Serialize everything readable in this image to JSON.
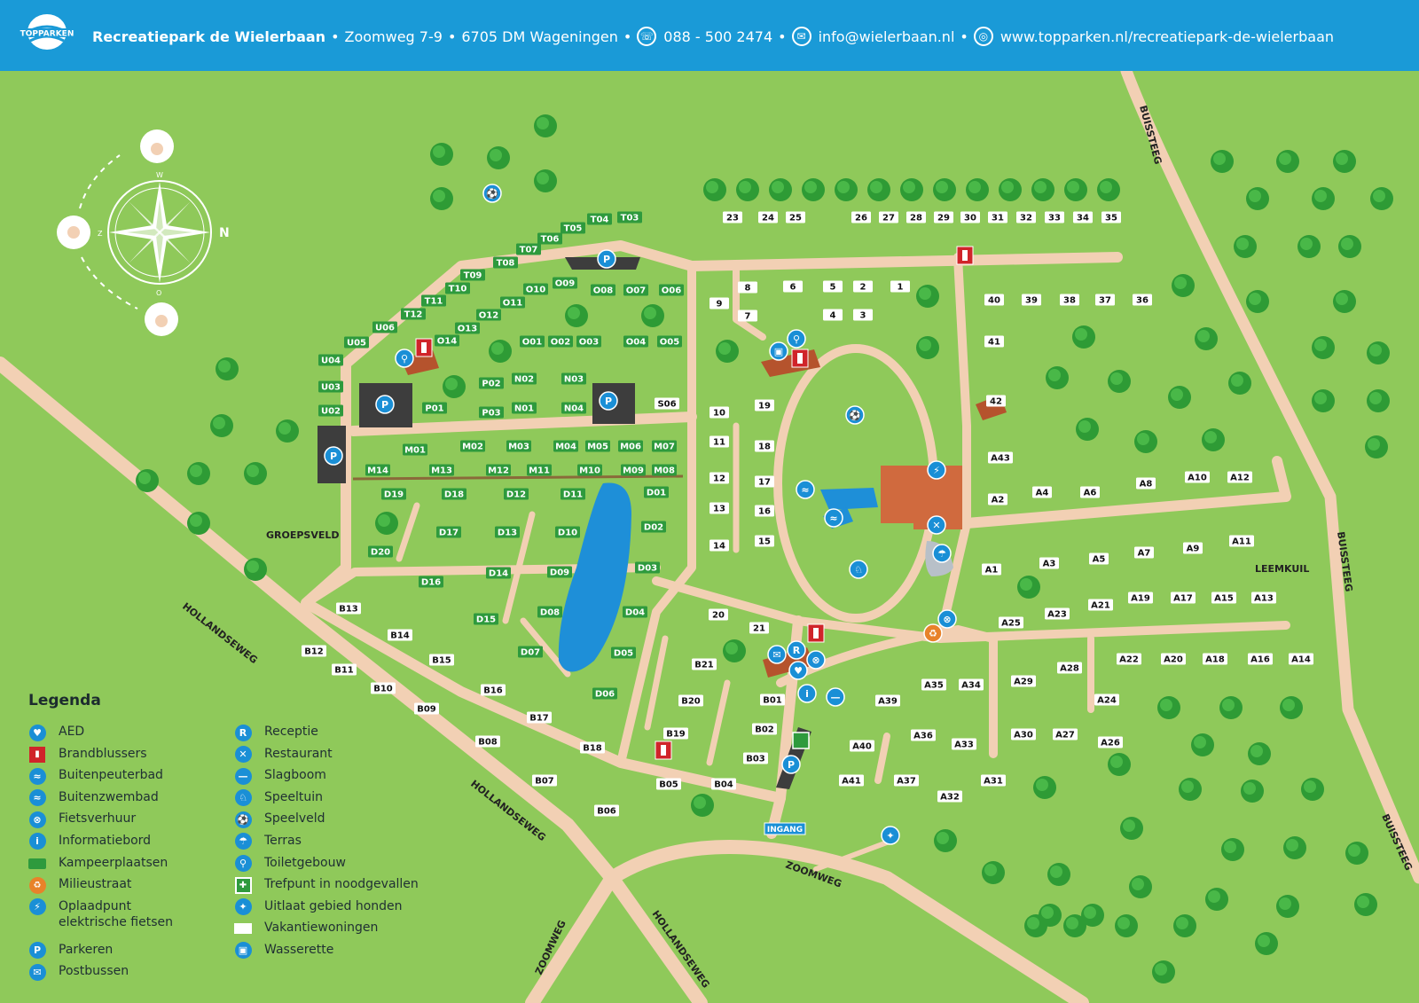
{
  "header": {
    "logo_text": "TOPPARKEN",
    "park_name": "Recreatiepark de Wielerbaan",
    "address": "Zoomweg 7-9",
    "postcode_city": "6705 DM Wageningen",
    "phone": "088 - 500 2474",
    "email": "info@wielerbaan.nl",
    "website": "www.topparken.nl/recreatiepark-de-wielerbaan",
    "separator": "•"
  },
  "compass": {
    "n": "N",
    "w": "W",
    "z": "Z",
    "o": "O"
  },
  "roads": {
    "hollandseweg": "HOLLANDSEWEG",
    "zoomweg": "ZOOMWEG",
    "buissteeg": "BUISSTEEG",
    "ingang": "INGANG",
    "groepsveld": "GROEPSVELD",
    "leemkuil": "LEEMKUIL"
  },
  "green_pitches": [
    "T03",
    "T04",
    "T05",
    "T06",
    "T07",
    "T08",
    "T09",
    "T10",
    "T11",
    "T12",
    "U06",
    "U05",
    "U04",
    "U03",
    "U02",
    "O09",
    "O10",
    "O11",
    "O12",
    "O13",
    "O14",
    "O08",
    "O07",
    "O06",
    "O01",
    "O02",
    "O03",
    "O04",
    "O05",
    "P02",
    "P01",
    "P03",
    "N02",
    "N01",
    "N03",
    "N04",
    "M01",
    "M02",
    "M03",
    "M04",
    "M05",
    "M06",
    "M07",
    "M14",
    "M13",
    "M12",
    "M11",
    "M10",
    "M09",
    "M08",
    "D19",
    "D18",
    "D12",
    "D11",
    "D01",
    "D17",
    "D13",
    "D10",
    "D02",
    "D20",
    "D14",
    "D09",
    "D03",
    "D16",
    "D15",
    "D04",
    "D08",
    "D05",
    "D07",
    "D06"
  ],
  "white_lots": [
    "23",
    "24",
    "25",
    "26",
    "27",
    "28",
    "29",
    "30",
    "31",
    "32",
    "33",
    "34",
    "35",
    "8",
    "6",
    "5",
    "2",
    "1",
    "9",
    "7",
    "4",
    "3",
    "40",
    "39",
    "38",
    "37",
    "36",
    "41",
    "42",
    "19",
    "10",
    "11",
    "18",
    "12",
    "17",
    "13",
    "16",
    "14",
    "15",
    "20",
    "21",
    "S06",
    "A43",
    "A2",
    "A4",
    "A6",
    "A8",
    "A10",
    "A12",
    "A1",
    "A3",
    "A5",
    "A7",
    "A9",
    "A11",
    "A23",
    "A21",
    "A19",
    "A17",
    "A15",
    "A13",
    "A25",
    "A22",
    "A20",
    "A18",
    "A16",
    "A14",
    "A29",
    "A28",
    "A35",
    "A34",
    "A24",
    "A39",
    "A36",
    "A33",
    "A30",
    "A27",
    "A26",
    "A40",
    "A41",
    "A37",
    "A31",
    "A32",
    "B13",
    "B14",
    "B12",
    "B15",
    "B11",
    "B10",
    "B16",
    "B09",
    "B17",
    "B08",
    "B18",
    "B07",
    "B06",
    "B21",
    "B20",
    "B01",
    "B19",
    "B02",
    "B03",
    "B05",
    "B04"
  ],
  "legend": {
    "title": "Legenda",
    "col1": [
      {
        "icon": "aed-icon",
        "label": "AED"
      },
      {
        "icon": "fire-extinguisher-icon",
        "label": "Brandblussers"
      },
      {
        "icon": "toddler-pool-icon",
        "label": "Buitenpeuterbad"
      },
      {
        "icon": "swimming-pool-icon",
        "label": "Buitenzwembad"
      },
      {
        "icon": "bicycle-rental-icon",
        "label": "Fietsverhuur"
      },
      {
        "icon": "info-icon",
        "label": "Informatiebord"
      },
      {
        "icon": "campsite-icon",
        "label": "Kampeerplaatsen"
      },
      {
        "icon": "recycling-icon",
        "label": "Milieustraat"
      },
      {
        "icon": "ebike-charging-icon",
        "label": "Oplaadpunt\nelektrische fietsen"
      },
      {
        "icon": "parking-icon",
        "label": "Parkeren"
      },
      {
        "icon": "mailbox-icon",
        "label": "Postbussen"
      }
    ],
    "col2": [
      {
        "icon": "reception-icon",
        "label": "Receptie"
      },
      {
        "icon": "restaurant-icon",
        "label": "Restaurant"
      },
      {
        "icon": "barrier-icon",
        "label": "Slagboom"
      },
      {
        "icon": "playground-icon",
        "label": "Speeltuin"
      },
      {
        "icon": "sports-field-icon",
        "label": "Speelveld"
      },
      {
        "icon": "terrace-icon",
        "label": "Terras"
      },
      {
        "icon": "toilet-icon",
        "label": "Toiletgebouw"
      },
      {
        "icon": "emergency-meeting-point-icon",
        "label": "Trefpunt in noodgevallen"
      },
      {
        "icon": "dog-walking-icon",
        "label": "Uitlaat gebied honden"
      },
      {
        "icon": "holiday-home-icon",
        "label": "Vakantiewoningen"
      },
      {
        "icon": "laundry-icon",
        "label": "Wasserette"
      }
    ]
  },
  "colors": {
    "header": "#1a9ad7",
    "grass": "#8fc95a",
    "path": "#f2d0b4",
    "tree": "#3aa83a",
    "pitch": "#2e9a3d",
    "water": "#1e8fd8",
    "roof": "#d06a3e",
    "icon_blue": "#1a8fd6",
    "icon_red": "#d0242a",
    "parking": "#3d3d3d"
  }
}
